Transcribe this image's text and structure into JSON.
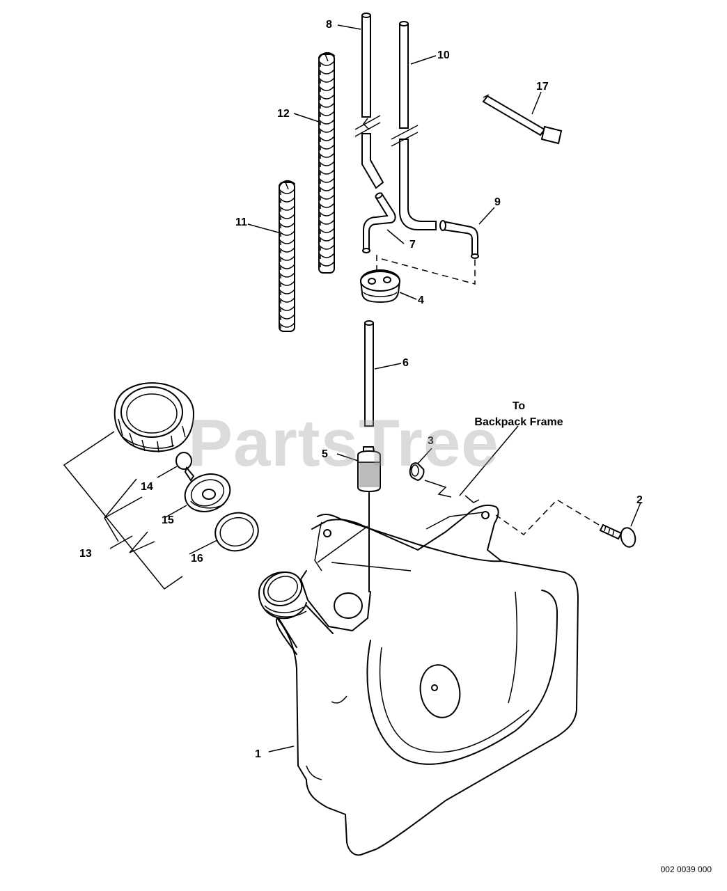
{
  "diagram": {
    "callouts": {
      "c1": "1",
      "c2": "2",
      "c3": "3",
      "c4": "4",
      "c5": "5",
      "c6": "6",
      "c7": "7",
      "c8": "8",
      "c9": "9",
      "c10": "10",
      "c11": "11",
      "c12": "12",
      "c13": "13",
      "c14": "14",
      "c15": "15",
      "c16": "16",
      "c17": "17"
    },
    "note_line1": "To",
    "note_line2": "Backpack Frame",
    "diagram_code": "002 0039 000"
  },
  "watermark": "PartsTree",
  "colors": {
    "line": "#000000",
    "background": "#ffffff",
    "watermark": "#a0a0a0"
  }
}
